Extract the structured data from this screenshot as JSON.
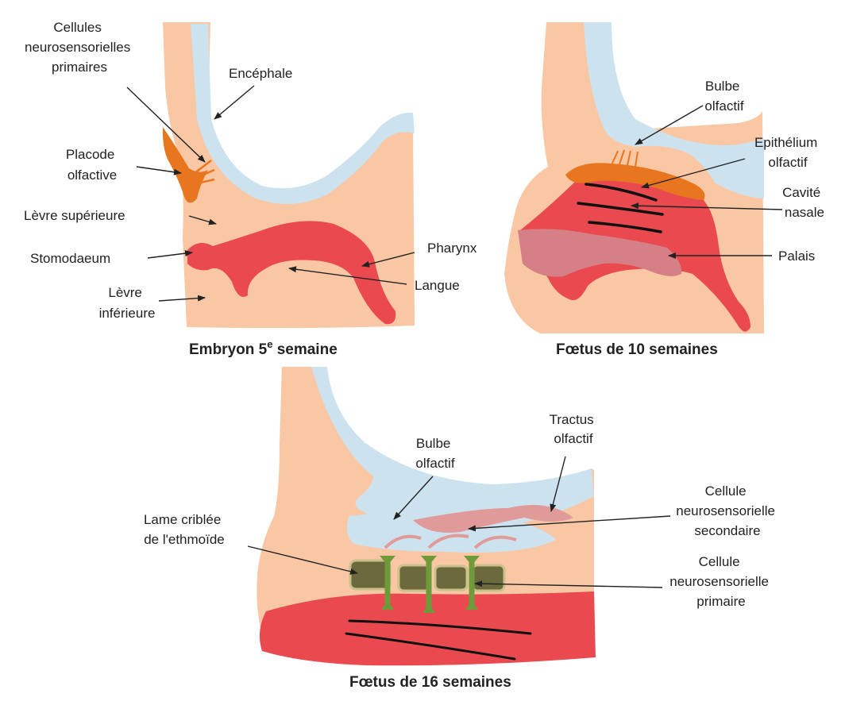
{
  "panels": [
    {
      "caption": "Embryon 5",
      "caption_sup": "e",
      "caption_tail": " semaine",
      "labels": {
        "cellules": [
          "Cellules",
          "neurosensorielles",
          "primaires"
        ],
        "encephale": [
          "Encéphale"
        ],
        "placode": [
          "Placode",
          "olfactive"
        ],
        "levre_sup": [
          "Lèvre supérieure"
        ],
        "stomodaeum": [
          "Stomodaeum"
        ],
        "levre_inf": [
          "Lèvre",
          "inférieure"
        ],
        "pharynx": [
          "Pharynx"
        ],
        "langue": [
          "Langue"
        ]
      }
    },
    {
      "caption": "Fœtus de 10 semaines",
      "labels": {
        "bulbe": [
          "Bulbe",
          "olfactif"
        ],
        "epithelium": [
          "Epithélium",
          "olfactif"
        ],
        "cavite": [
          "Cavité",
          "nasale"
        ],
        "palais": [
          "Palais"
        ]
      }
    },
    {
      "caption": "Fœtus de 16 semaines",
      "labels": {
        "tractus": [
          "Tractus",
          "olfactif"
        ],
        "bulbe": [
          "Bulbe",
          "olfactif"
        ],
        "lame": [
          "Lame criblée",
          "de l'ethmoïde"
        ],
        "cellule_sec": [
          "Cellule",
          "neurosensorielle",
          "secondaire"
        ],
        "cellule_prim": [
          "Cellule",
          "neurosensorielle",
          "primaire"
        ]
      }
    }
  ],
  "colors": {
    "skin": "#f9c7a3",
    "brain": "#cde2ef",
    "mouth": "#e9494f",
    "placode": "#e8761e",
    "palate": "#d57f86",
    "bone": "#6c6a3c",
    "neuron": "#6f9a3a",
    "tract": "#e19a9a"
  }
}
